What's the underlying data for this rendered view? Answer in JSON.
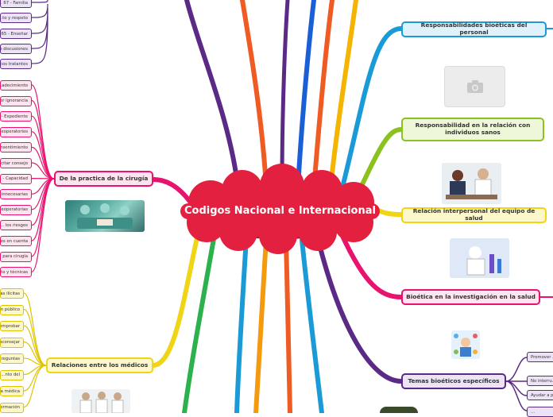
{
  "central": {
    "title": "Codigos Nacional e Internacional"
  },
  "top_left_leaves": [
    "... 67 - Familia",
    "...to y respeto",
    "...65 - Enseñar",
    "...o discusiones",
    "...cos tratantes"
  ],
  "cirugia": {
    "title": "De la practica de la cirugía",
    "leaves": [
      "...adecimiento",
      "...or ignorancia",
      "... - Expediente",
      "...eoperatorios",
      "...nsentimiento",
      "...citar consejo",
      "... - Capacidad",
      "...innecesarias",
      "...eoperatorias",
      "... los riesgos",
      "...es en cuenta",
      "... para cirugía",
      "...to y técnicas"
    ]
  },
  "medicos": {
    "title": "Relaciones entre los médicos",
    "leaves": [
      "...as ilícitas",
      "...n público",
      "...omprobar",
      "...aconsejar",
      "...reguntas",
      "...nto del",
      "...a médica",
      "...ormación"
    ]
  },
  "right_nodes": {
    "personal": "Responsabilidades bioéticas del personal",
    "sanos": "Responsabilidad en la relación con individuos sanos",
    "equipo": "Relación interpersonal del equipo de salud",
    "investigacion": "Bioética en la investigación en la salud",
    "temas": "Temas bioéticos específicos"
  },
  "temas_leaves": [
    "Promover ...",
    "No interru...",
    "Ayudar a p...",
    "..."
  ],
  "colors": {
    "central": "#e3203f",
    "magenta": "#e8136f",
    "yellow": "#f0d517",
    "cyan": "#1a9bd7",
    "green": "#8cc21f",
    "purple": "#5b2a86",
    "orange": "#f39a0f",
    "red_orange": "#f05a23"
  }
}
